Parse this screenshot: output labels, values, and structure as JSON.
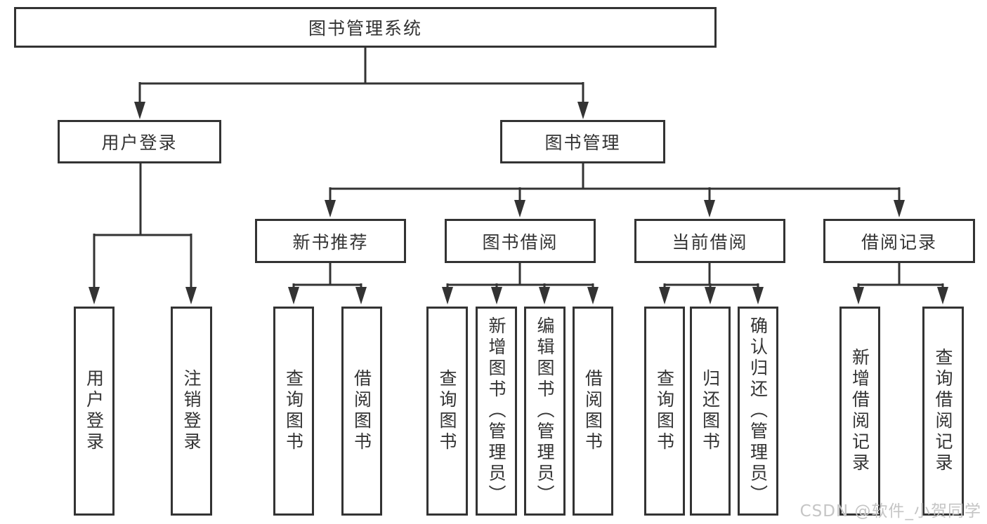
{
  "colors": {
    "line": "#333333",
    "text": "#333333",
    "background": "#ffffff",
    "watermark_color": "#c5c5c5"
  },
  "watermark": {
    "text": "CSDN @软件_小贺同学"
  },
  "diagram": {
    "root": {
      "label": "图书管理系统"
    },
    "level1": [
      {
        "label": "用户登录"
      },
      {
        "label": "图书管理"
      }
    ],
    "level2": [
      {
        "label": "新书推荐"
      },
      {
        "label": "图书借阅"
      },
      {
        "label": "当前借阅"
      },
      {
        "label": "借阅记录"
      }
    ],
    "leaves": [
      {
        "group": "用户登录",
        "label": "用户登录"
      },
      {
        "group": "用户登录",
        "label": "注销登录"
      },
      {
        "group": "新书推荐",
        "label": "查询图书"
      },
      {
        "group": "新书推荐",
        "label": "借阅图书"
      },
      {
        "group": "图书借阅",
        "label": "查询图书"
      },
      {
        "group": "图书借阅",
        "label": "新增图书（管理员）"
      },
      {
        "group": "图书借阅",
        "label": "编辑图书（管理员）"
      },
      {
        "group": "图书借阅",
        "label": "借阅图书"
      },
      {
        "group": "当前借阅",
        "label": "查询图书"
      },
      {
        "group": "当前借阅",
        "label": "归还图书"
      },
      {
        "group": "当前借阅",
        "label": "确认归还（管理员）"
      },
      {
        "group": "借阅记录",
        "label": "新增借阅记录"
      },
      {
        "group": "借阅记录",
        "label": "查询借阅记录"
      }
    ]
  }
}
